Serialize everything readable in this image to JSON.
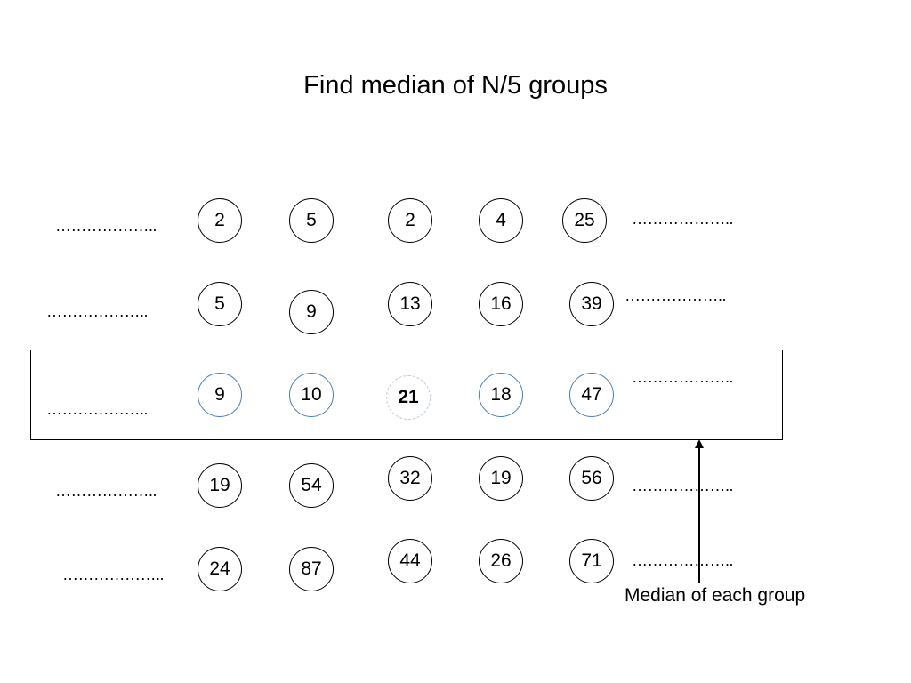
{
  "title": "Find median of N/5 groups",
  "rows": [
    {
      "left_dots": "………………..",
      "values": [
        "2",
        "5",
        "2",
        "4",
        "25"
      ],
      "right_dots": "………………..",
      "is_median_row": false
    },
    {
      "left_dots": "………………..",
      "values": [
        "5",
        "9",
        "13",
        "16",
        "39"
      ],
      "right_dots": "………………..",
      "is_median_row": false
    },
    {
      "left_dots": "………………..",
      "values": [
        "9",
        "10",
        "21",
        "18",
        "47"
      ],
      "right_dots": "………………..",
      "is_median_row": true,
      "median_of_medians": "21"
    },
    {
      "left_dots": "………………..",
      "values": [
        "19",
        "54",
        "32",
        "19",
        "56"
      ],
      "right_dots": "………………..",
      "is_median_row": false
    },
    {
      "left_dots": "………………..",
      "values": [
        "24",
        "87",
        "44",
        "26",
        "71"
      ],
      "right_dots": "………………..",
      "is_median_row": false
    }
  ],
  "median_label": "Median of each group",
  "colors": {
    "median_circle_border": "#4a7ebb",
    "median_of_medians_border": "#b8cce4",
    "default_border": "#000000"
  }
}
